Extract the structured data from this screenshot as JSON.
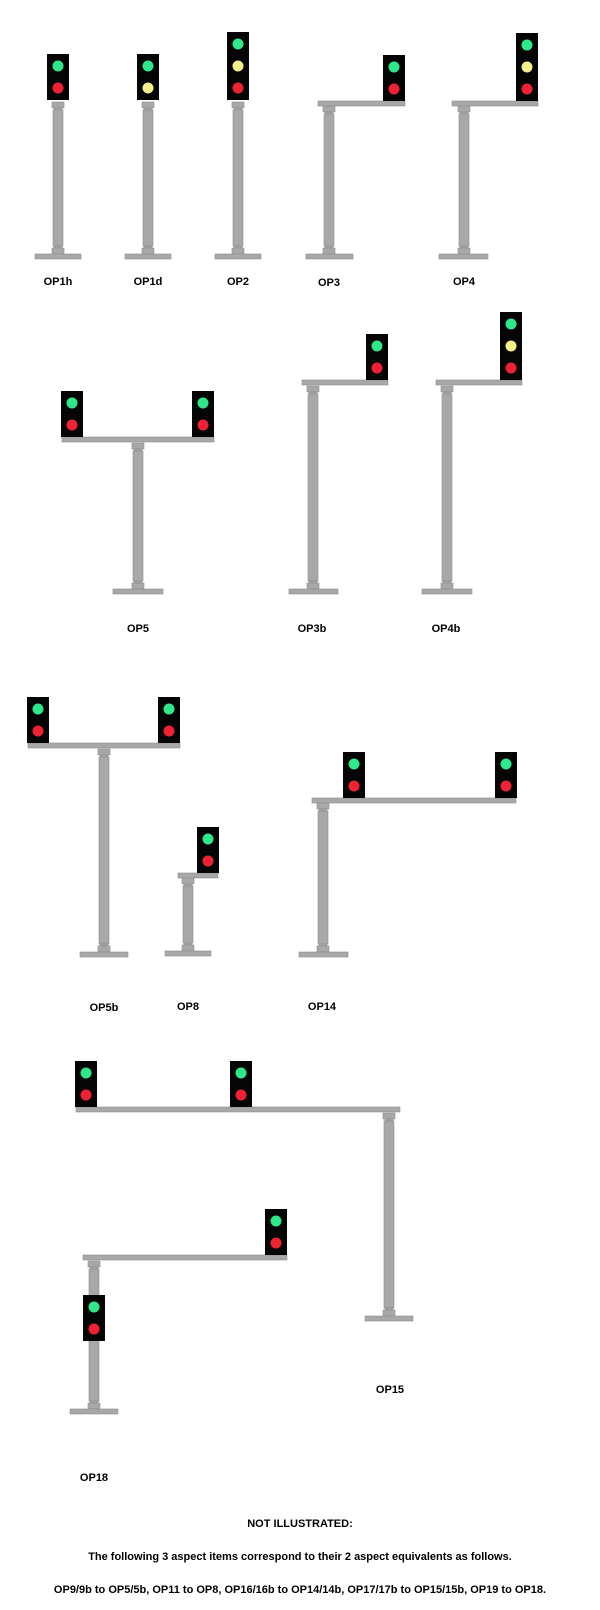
{
  "colors": {
    "post": "#a8a8a8",
    "post_edge": "#8e8e8e",
    "head": "#050505",
    "green": "#2ee889",
    "yellow": "#f5f08a",
    "red": "#ee2233",
    "background": "#ffffff"
  },
  "signals": [
    {
      "label": "OP1h",
      "heads": [
        "green-red"
      ]
    },
    {
      "label": "OP1d",
      "heads": [
        "green-yellow"
      ]
    },
    {
      "label": "OP2",
      "heads": [
        "green-yellow-red"
      ]
    },
    {
      "label": "OP3",
      "heads": [
        "green-red"
      ]
    },
    {
      "label": "OP4",
      "heads": [
        "green-yellow-red"
      ]
    },
    {
      "label": "OP5",
      "heads": [
        "green-red",
        "green-red"
      ]
    },
    {
      "label": "OP3b",
      "heads": [
        "green-red"
      ]
    },
    {
      "label": "OP4b",
      "heads": [
        "green-yellow-red"
      ]
    },
    {
      "label": "OP5b",
      "heads": [
        "green-red",
        "green-red"
      ]
    },
    {
      "label": "OP8",
      "heads": [
        "green-red"
      ]
    },
    {
      "label": "OP14",
      "heads": [
        "green-red",
        "green-red"
      ]
    },
    {
      "label": "OP15",
      "heads": [
        "green-red",
        "green-red"
      ]
    },
    {
      "label": "OP18",
      "heads": [
        "green-red",
        "green-red"
      ]
    }
  ],
  "notes": {
    "heading": "NOT ILLUSTRATED:",
    "line1": "The following 3 aspect items correspond to their 2 aspect equivalents as follows.",
    "line2": "OP9/9b to OP5/5b,  OP11 to OP8,  OP16/16b to OP14/14b,  OP17/17b to OP15/15b,  OP19 to OP18."
  }
}
